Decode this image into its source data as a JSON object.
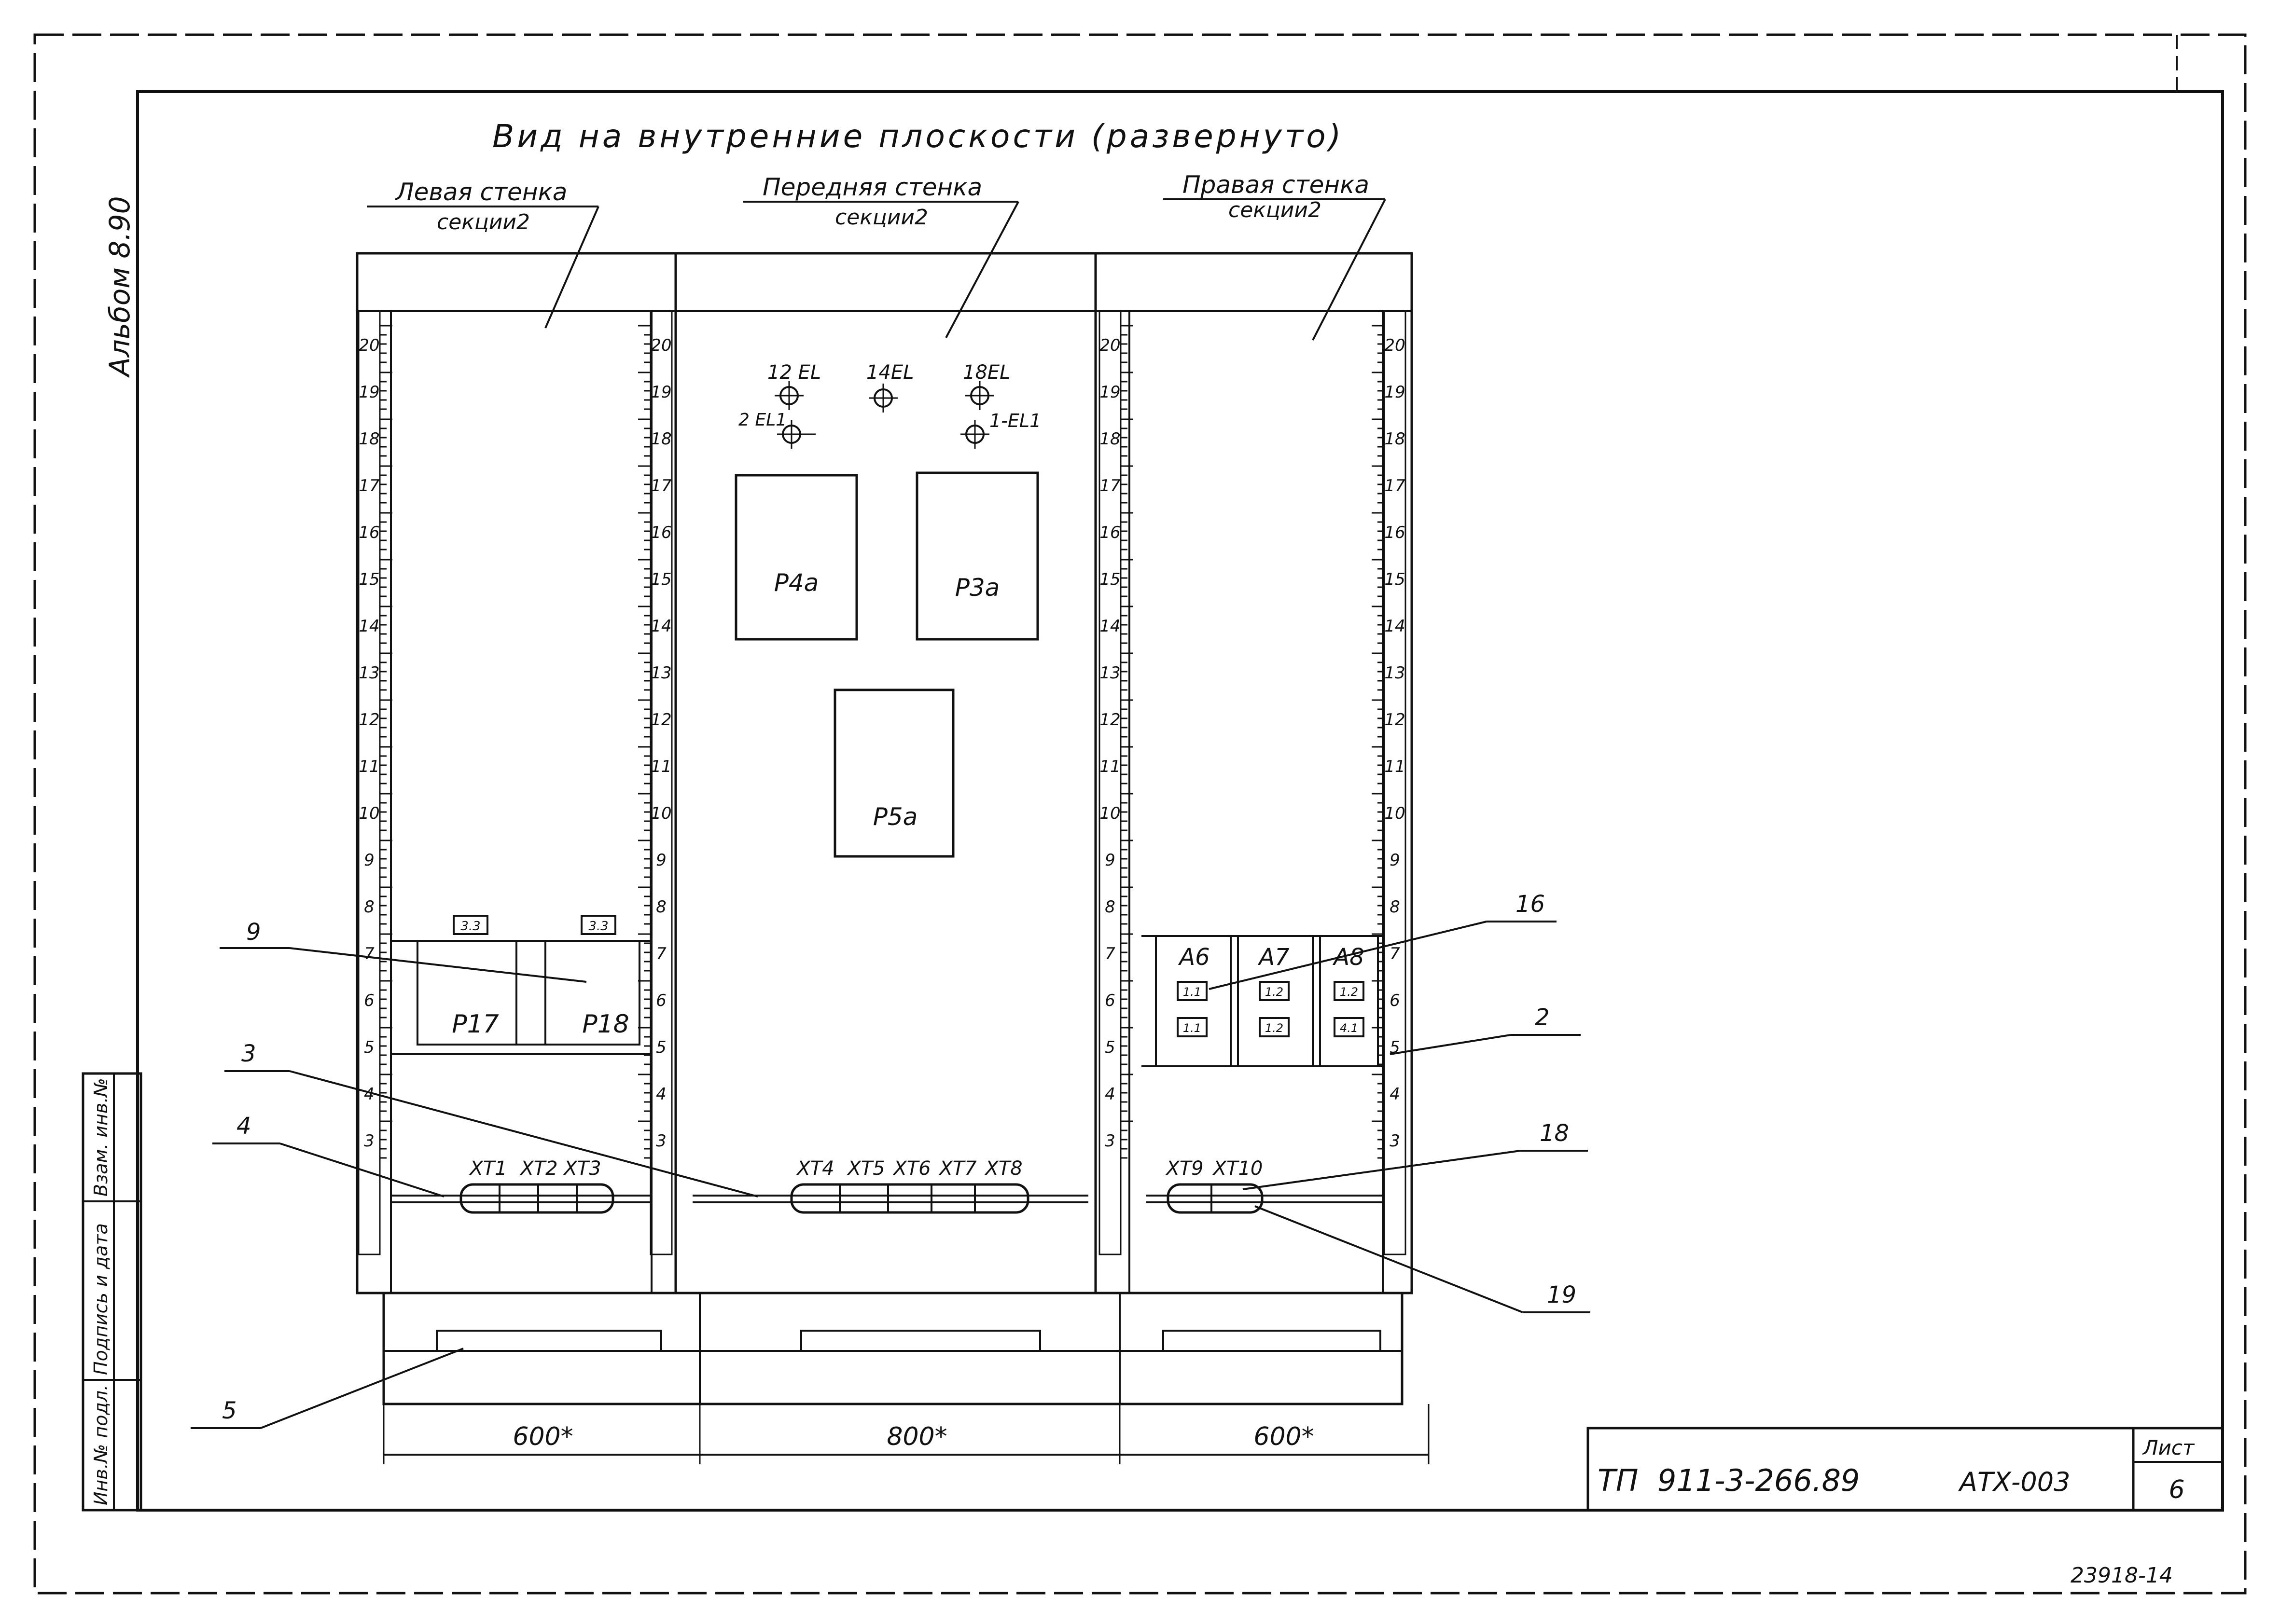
{
  "title": "Вид на внутренние плоскости (развернуто)",
  "album_label": "Альбом 8.90",
  "left_wall": {
    "label_line1": "Левая стенка",
    "label_line2": "секции2",
    "relays": [
      "Р17",
      "Р18"
    ],
    "relay_tags": [
      "3.3",
      "3.3"
    ],
    "terminals": [
      "ХТ1",
      "ХТ2",
      "ХТ3"
    ],
    "width_dim": "600*"
  },
  "front_wall": {
    "label_line1": "Передняя стенка",
    "label_line2": "секции2",
    "lamps": [
      "12 EL",
      "2 EL1",
      "14EL",
      "18EL",
      "1-EL1"
    ],
    "relays": [
      "Р4а",
      "Р3а",
      "Р5а"
    ],
    "terminals": [
      "ХТ4",
      "ХТ5",
      "ХТ6",
      "ХТ7",
      "ХТ8"
    ],
    "width_dim": "800*"
  },
  "right_wall": {
    "label_line1": "Правая стенка",
    "label_line2": "секции2",
    "devices": [
      "А6",
      "А7",
      "А8"
    ],
    "device_tags_top": [
      "1.1",
      "1.2",
      "1.2"
    ],
    "device_tags_bottom": [
      "1.1",
      "1.2",
      "4.1"
    ],
    "terminals": [
      "ХТ9",
      "ХТ10"
    ],
    "width_dim": "600*"
  },
  "scale_numbers": [
    "20",
    "19",
    "18",
    "17",
    "16",
    "15",
    "14",
    "13",
    "12",
    "11",
    "10",
    "9",
    "8",
    "7",
    "6",
    "5",
    "4",
    "3"
  ],
  "callouts": [
    "9",
    "3",
    "4",
    "5",
    "16",
    "2",
    "18",
    "19"
  ],
  "side_stamp": [
    "Инв.№ подл.",
    "Подпись и дата",
    "Взам. инв.№"
  ],
  "title_block": {
    "code": "ТП  911-3-266.89",
    "doc": "АТХ-003",
    "sheet_label": "Лист",
    "sheet_number": "6"
  },
  "archive_number": "23918-14"
}
